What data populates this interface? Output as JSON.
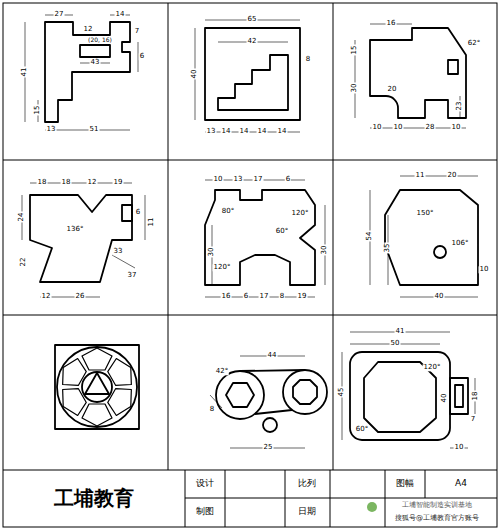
{
  "diagram": {
    "labels": [
      "27",
      "14",
      "12",
      "(20, 16)",
      "7",
      "43",
      "6",
      "41",
      "15",
      "13",
      "51",
      "65",
      "42",
      "40",
      "8",
      "13",
      "14",
      "14",
      "14",
      "14",
      "16",
      "15",
      "30",
      "62°",
      "20",
      "23",
      "10",
      "10",
      "28",
      "10",
      "18",
      "18",
      "12",
      "19",
      "24",
      "6",
      "11",
      "136°",
      "22",
      "33",
      "37",
      "12",
      "26",
      "10",
      "13",
      "17",
      "6",
      "80°",
      "120°",
      "30",
      "60°",
      "120°",
      "30",
      "16",
      "6",
      "17",
      "8",
      "19",
      "11",
      "20",
      "54",
      "35",
      "150°",
      "106°",
      "40",
      "10",
      "44",
      "42°",
      "8",
      "25",
      "41",
      "50",
      "45",
      "120°",
      "18",
      "40",
      "60°",
      "10",
      "7",
      "工埔教育",
      "设计",
      "比列",
      "图幅",
      "A4",
      "制图",
      "日期",
      "工埔智能制造实训基地",
      "搜狐号@工埔教育官方账号"
    ]
  }
}
